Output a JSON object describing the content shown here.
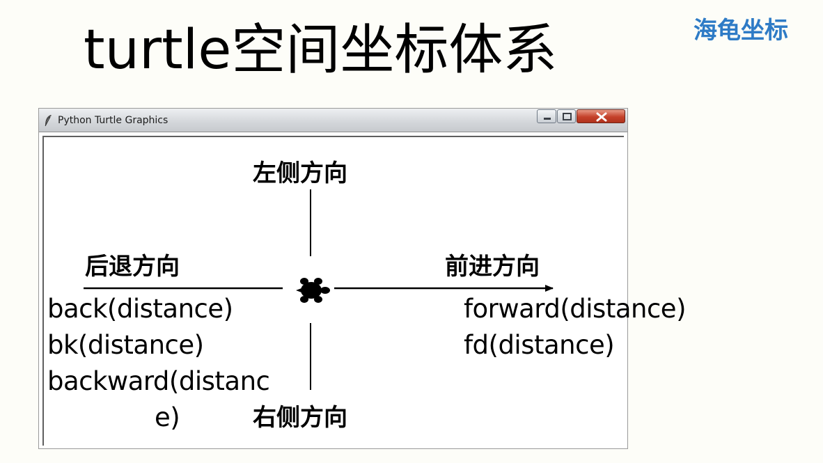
{
  "slide": {
    "title": "turtle空间坐标体系",
    "tag": "海龟坐标"
  },
  "window": {
    "title": "Python Turtle Graphics",
    "controls": {
      "minimize_icon": "minimize-icon",
      "maximize_icon": "maximize-icon",
      "close_icon": "close-icon"
    }
  },
  "canvas": {
    "labels": {
      "left": "左侧方向",
      "right": "右侧方向",
      "backward": "后退方向",
      "forward": "前进方向"
    },
    "backward_commands": [
      "back(distance)",
      "bk(distance)",
      "backward(distanc",
      "e)"
    ],
    "forward_commands": [
      "forward(distance)",
      "fd(distance)"
    ],
    "turtle_icon": "turtle-icon",
    "colors": {
      "tag": "#2e7bc6",
      "close_button": "#c4412a"
    }
  }
}
